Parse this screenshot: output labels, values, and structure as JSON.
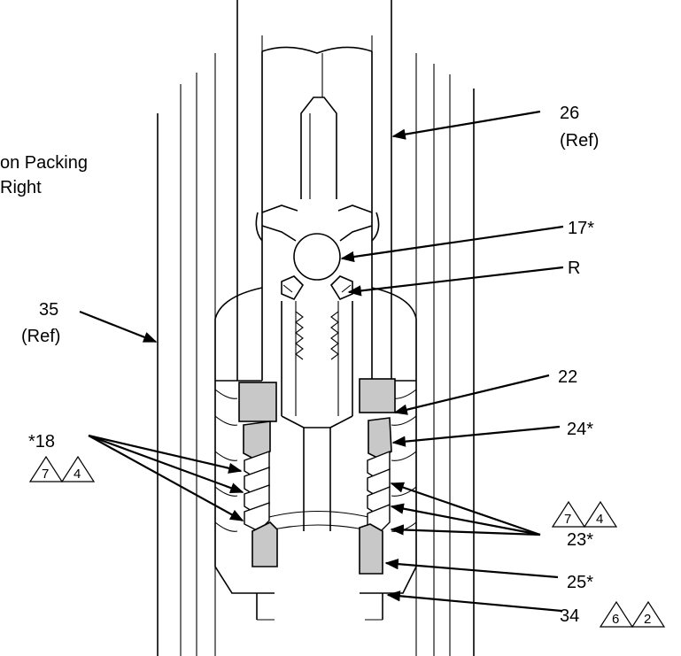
{
  "labels": {
    "packing_note_line1": "on Packing",
    "packing_note_line2": "Right",
    "p26": "26",
    "p26_ref": "(Ref)",
    "p17": "17*",
    "pR": "R",
    "p35": "35",
    "p35_ref": "(Ref)",
    "p22": "22",
    "p24": "24*",
    "p18": "*18",
    "p23": "23*",
    "p25": "25*",
    "p34": "34"
  },
  "notes": {
    "left_group": [
      "7",
      "4"
    ],
    "right_group": [
      "7",
      "4"
    ],
    "part34": [
      "6",
      "2"
    ]
  }
}
